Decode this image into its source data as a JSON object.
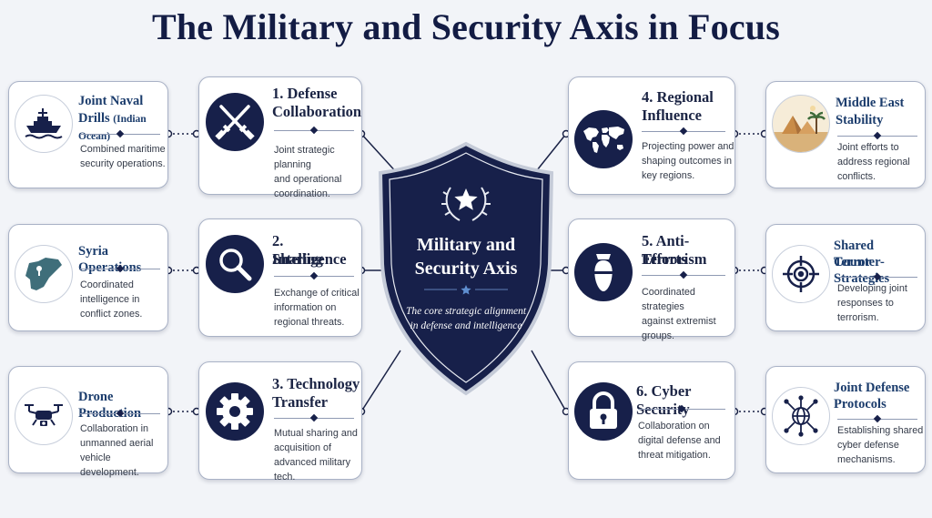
{
  "title": "The Military and Security Axis in Focus",
  "center": {
    "title_line1": "Military and",
    "title_line2": "Security Axis",
    "desc_line1": "The core strategic alignment",
    "desc_line2": "in defense and intelligence"
  },
  "hubs": [
    {
      "title1": "1. Defense",
      "title2": "Collaboration",
      "desc": [
        "Joint strategic planning",
        "and operational",
        "coordination."
      ],
      "icon": "crossed-rifles-icon"
    },
    {
      "title1": "2. Intelligence",
      "title2": "Sharing",
      "desc": [
        "Exchange of critical",
        "information on",
        "regional threats."
      ],
      "icon": "magnifier-icon"
    },
    {
      "title1": "3. Technology",
      "title2": "Transfer",
      "desc": [
        "Mutual sharing and",
        "acquisition of",
        "advanced military tech."
      ],
      "icon": "gear-icon"
    },
    {
      "title1": "4. Regional",
      "title2": "Influence",
      "desc": [
        "Projecting power and",
        "shaping outcomes in",
        "key regions."
      ],
      "icon": "world-map-icon"
    },
    {
      "title1": "5. Anti-Terrorism",
      "title2": "Efforts",
      "desc": [
        "Coordinated strategies",
        "against extremist",
        "groups."
      ],
      "icon": "bomb-icon"
    },
    {
      "title1": "6. Cyber Security",
      "title2": "",
      "desc": [
        "Collaboration on",
        "digital defense and",
        "threat mitigation."
      ],
      "icon": "padlock-icon"
    }
  ],
  "subs": [
    {
      "title1": "Joint Naval",
      "title2": "Drills",
      "title2_small": "(Indian Ocean)",
      "desc": [
        "Combined maritime",
        "security operations."
      ],
      "icon": "warship-icon"
    },
    {
      "title1": "Syria Operations",
      "title2": "",
      "title2_small": "",
      "desc": [
        "Coordinated",
        "intelligence in",
        "conflict zones."
      ],
      "icon": "syria-map-icon"
    },
    {
      "title1": "Drone Production",
      "title2": "",
      "title2_small": "",
      "desc": [
        "Collaboration in",
        "unmanned aerial",
        "vehicle development."
      ],
      "icon": "drone-icon"
    },
    {
      "title1": "Middle East",
      "title2": "Stability",
      "title2_small": "",
      "desc": [
        "Joint efforts to",
        "address regional",
        "conflicts."
      ],
      "icon": "desert-pyramids-icon"
    },
    {
      "title1": "Shared Counter-",
      "title2": "Terror Strategies",
      "title2_small": "",
      "desc": [
        "Developing joint",
        "responses to",
        "terrorism."
      ],
      "icon": "crosshair-icon"
    },
    {
      "title1": "Joint Defense",
      "title2": "Protocols",
      "title2_small": "",
      "desc": [
        "Establishing shared",
        "cyber defense",
        "mechanisms."
      ],
      "icon": "network-globe-icon"
    }
  ],
  "colors": {
    "navy": "#17204a",
    "background": "#f2f4f8",
    "card_border": "#a9b2c6",
    "sub_title": "#1b3c6c"
  }
}
